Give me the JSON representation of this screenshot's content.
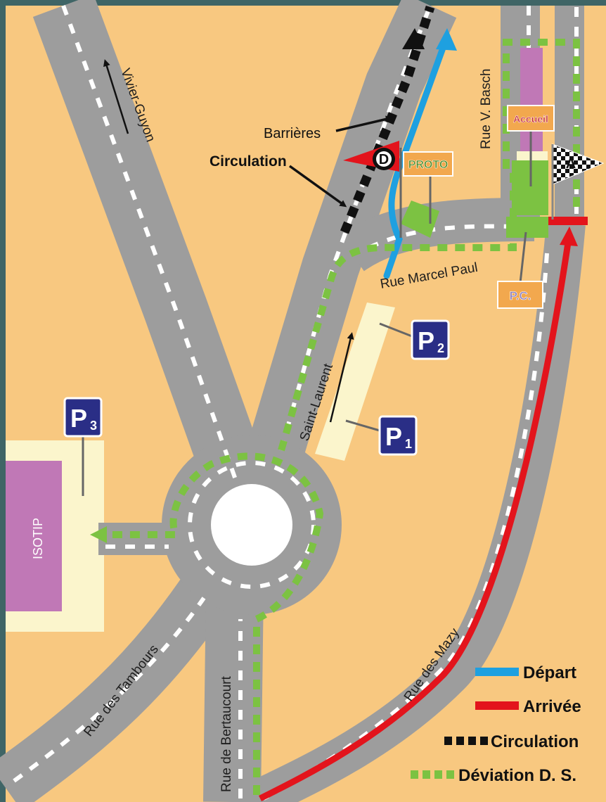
{
  "streets": {
    "vivier_guyon": "Vivier-Guyon",
    "rue_v_basch": "Rue V. Basch",
    "rue_marcel_paul": "Rue Marcel Paul",
    "saint_laurent": "Saint-Laurent",
    "rue_des_tambours": "Rue des Tambours",
    "rue_de_bertaucourt": "Rue de Bertaucourt",
    "rue_des_mazy": "Rue des Mazy"
  },
  "annotations": {
    "barrieres": "Barrières",
    "circulation": "Circulation"
  },
  "signs": {
    "depart_flag": "D",
    "proto": "PROTO",
    "accueil": "Accueil",
    "pc": "P.C.",
    "p1": {
      "letter": "P",
      "number": "1"
    },
    "p2": {
      "letter": "P",
      "number": "2"
    },
    "p3": {
      "letter": "P",
      "number": "3"
    },
    "arrival_flag": "A"
  },
  "buildings": {
    "isotip": "ISOTIP"
  },
  "legend": {
    "items": [
      {
        "label": "Départ",
        "style": "solid",
        "color": "#1ea0e0"
      },
      {
        "label": "Arrivée",
        "style": "solid",
        "color": "#e3141c"
      },
      {
        "label": "Circulation",
        "style": "dashed",
        "color": "#111111"
      },
      {
        "label": "Déviation D. S.",
        "style": "dotted",
        "color": "#7cc242"
      }
    ]
  },
  "colors": {
    "background": "#f8c880",
    "frame": "#3f6566",
    "road": "#9d9d9d",
    "depart": "#1ea0e0",
    "arrivee": "#e3141c",
    "deviation": "#7cc242",
    "building": "#c078b6",
    "parking_lot": "#fbf5cc",
    "sign_blue": "#2a2e86",
    "sign_orange": "#f2a84e"
  }
}
